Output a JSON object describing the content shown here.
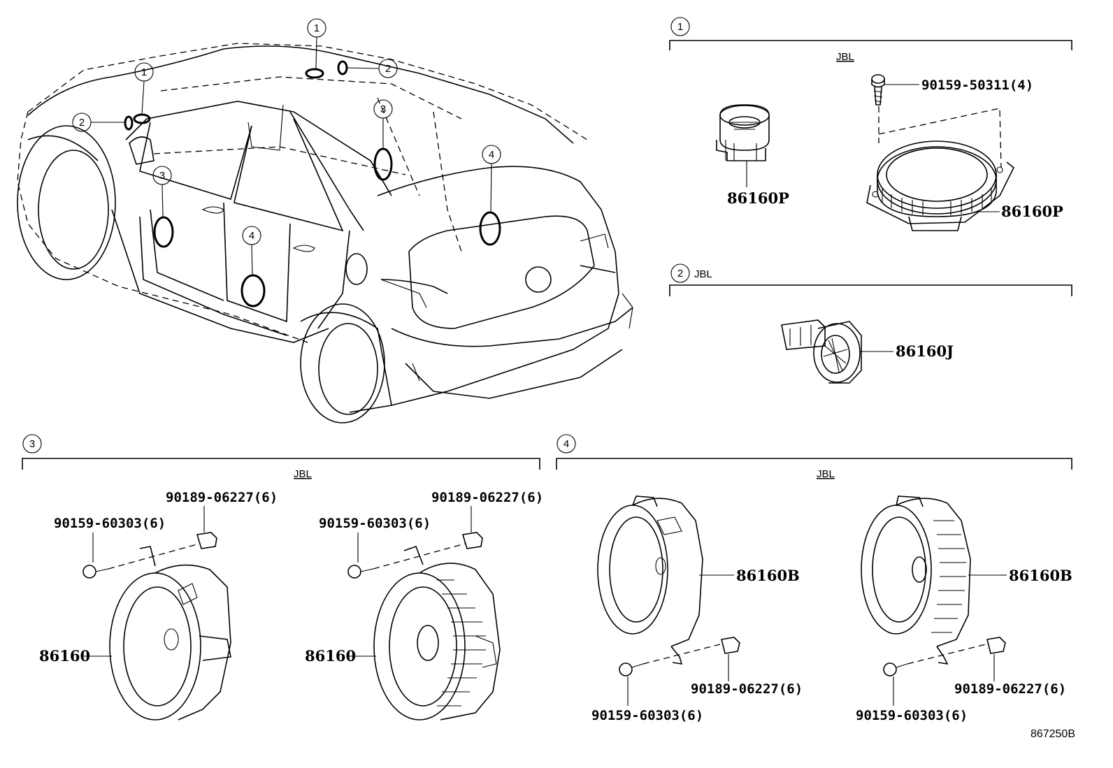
{
  "sections": {
    "s1": {
      "number": "1",
      "brand": "JBL"
    },
    "s2": {
      "number": "2",
      "brand": "JBL"
    },
    "s3": {
      "number": "3",
      "brand": "JBL"
    },
    "s4": {
      "number": "4",
      "brand": "JBL"
    }
  },
  "car_callouts": {
    "c1a": "1",
    "c1b": "1",
    "c2a": "2",
    "c2b": "2",
    "c3a": "3",
    "c3b": "3",
    "c4a": "4",
    "c4b": "4"
  },
  "parts": {
    "s1_tweeter": "86160P",
    "s1_screw": "90159-50311(4)",
    "s1_speaker": "86160P",
    "s2_tweeter": "86160J",
    "s3_left_screw": "90159-60303(6)",
    "s3_left_clip": "90189-06227(6)",
    "s3_left_speaker": "86160",
    "s3_right_screw": "90159-60303(6)",
    "s3_right_clip": "90189-06227(6)",
    "s3_right_speaker": "86160",
    "s4_left_speaker": "86160B",
    "s4_left_clip": "90189-06227(6)",
    "s4_left_screw": "90159-60303(6)",
    "s4_right_speaker": "86160B",
    "s4_right_clip": "90189-06227(6)",
    "s4_right_screw": "90159-60303(6)"
  },
  "reference": "867250B"
}
